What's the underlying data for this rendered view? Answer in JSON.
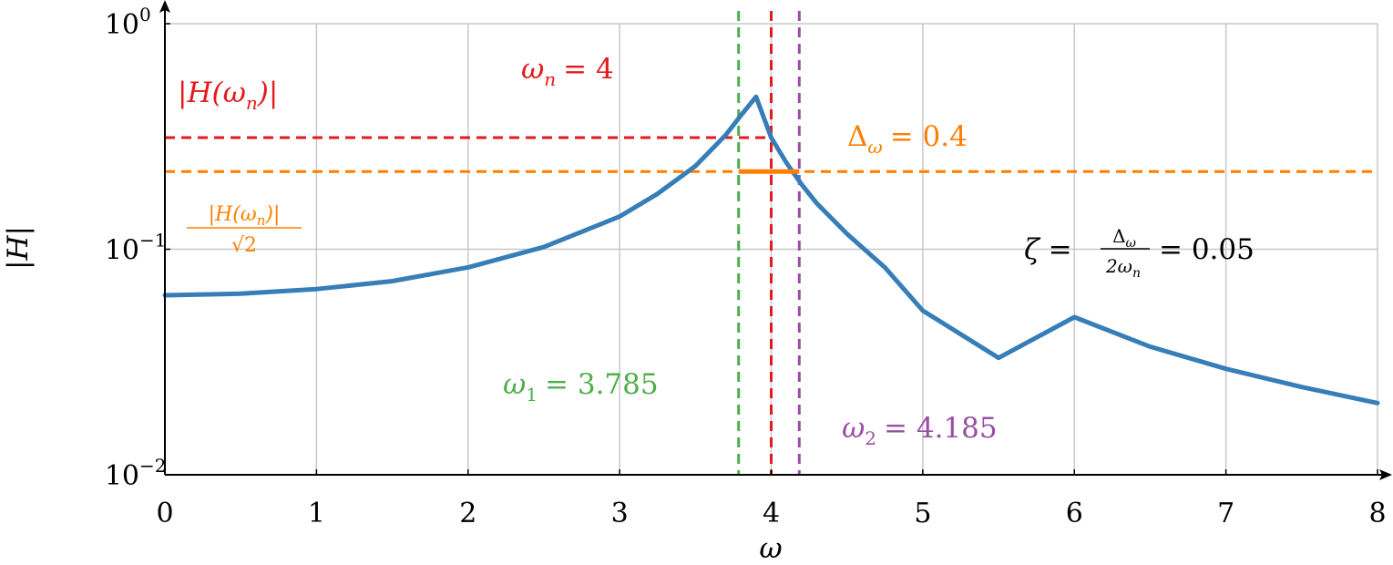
{
  "chart_data": {
    "type": "line",
    "title": "",
    "xlabel": "ω",
    "ylabel": "|H|",
    "xlim": [
      0,
      8
    ],
    "ylim": [
      0.01,
      1
    ],
    "yscale": "log",
    "grid": true,
    "x_ticks": [
      0,
      1,
      2,
      3,
      4,
      5,
      6,
      7,
      8
    ],
    "y_ticks": [
      {
        "value": 0.01,
        "base": "10",
        "exp": "−2"
      },
      {
        "value": 0.1,
        "base": "10",
        "exp": "−1"
      },
      {
        "value": 1,
        "base": "10",
        "exp": "0"
      }
    ],
    "params": {
      "omega_n": 4,
      "zeta": 0.05
    },
    "series": [
      {
        "color": "#377eb8",
        "x": [
          0,
          0.5,
          1,
          1.5,
          2,
          2.5,
          3,
          3.25,
          3.5,
          3.7,
          3.8,
          3.9,
          4,
          4.1,
          4.2,
          4.3,
          4.5,
          4.75,
          5,
          5.5,
          6,
          6.5,
          7,
          7.5,
          8
        ],
        "y": [
          0.0625,
          0.0635,
          0.0666,
          0.0722,
          0.0831,
          0.1023,
          0.1397,
          0.176,
          0.2338,
          0.321,
          0.392,
          0.474,
          0.3125,
          0.242,
          0.194,
          0.16,
          0.117,
          0.083,
          0.0534,
          0.033,
          0.05,
          0.037,
          0.0295,
          0.0245,
          0.0208
        ]
      }
    ],
    "vlines": [
      {
        "x": 3.785,
        "color": "#4daf4a",
        "style": "dashed"
      },
      {
        "x": 4,
        "color": "#e41a1c",
        "style": "dashed"
      },
      {
        "x": 4.185,
        "color": "#984ea3",
        "style": "dashed"
      }
    ],
    "hlines": [
      {
        "y": 0.3125,
        "color": "#e41a1c",
        "style": "dashed",
        "x_from": 0,
        "x_to": 4
      },
      {
        "y": 0.221,
        "color": "#ff7f00",
        "style": "dashed",
        "x_from": 0,
        "x_to": 8
      }
    ],
    "bandwidth_segment": {
      "x_from": 3.785,
      "x_to": 4.185,
      "y": 0.221,
      "color": "#ff7f00"
    },
    "annotations": {
      "omega_n": {
        "lhs": "ω",
        "sub": "n",
        "rhs": "= 4",
        "color": "#e41a1c"
      },
      "peak": {
        "text": "|H(ω",
        "sub": "n",
        "close": ")|",
        "color": "#e41a1c"
      },
      "half_power": {
        "num": "|H(ω",
        "num_sub": "n",
        "num_close": ")|",
        "den": "√2",
        "color": "#ff7f00"
      },
      "delta": {
        "lhs": "Δ",
        "sub": "ω",
        "rhs": "= 0.4",
        "color": "#ff7f00"
      },
      "zeta": {
        "lhs": "ζ =",
        "num": "Δ",
        "num_sub": "ω",
        "den": "2ω",
        "den_sub": "n",
        "rhs": "= 0.05",
        "color": "#000000"
      },
      "omega_1": {
        "lhs": "ω",
        "sub": "1",
        "rhs": "= 3.785",
        "color": "#4daf4a"
      },
      "omega_2": {
        "lhs": "ω",
        "sub": "2",
        "rhs": "= 4.185",
        "color": "#984ea3"
      }
    }
  }
}
